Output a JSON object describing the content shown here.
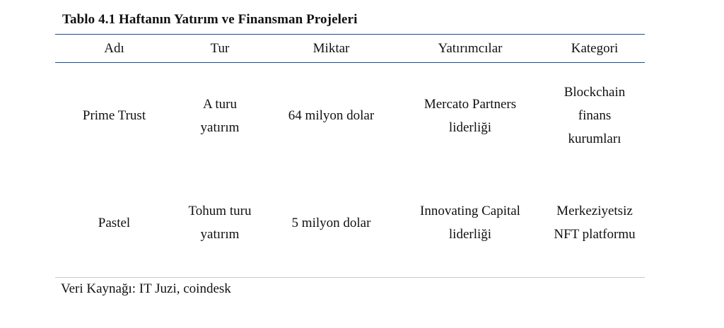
{
  "caption": "Tablo 4.1 Haftanın Yatırım ve Finansman Projeleri",
  "table": {
    "headers": [
      "Adı",
      "Tur",
      "Miktar",
      "Yatırımcılar",
      "Kategori"
    ],
    "rows": [
      [
        "Prime Trust",
        "A turu\nyatırım",
        "64 milyon dolar",
        "Mercato Partners\nliderliği",
        "Blockchain\nfinans\nkurumları"
      ],
      [
        "Pastel",
        "Tohum turu\nyatırım",
        "5 milyon dolar",
        "Innovating Capital\nliderliği",
        "Merkeziyetsiz\nNFT platformu"
      ]
    ]
  },
  "source": "Veri Kaynağı: IT Juzi, coindesk"
}
